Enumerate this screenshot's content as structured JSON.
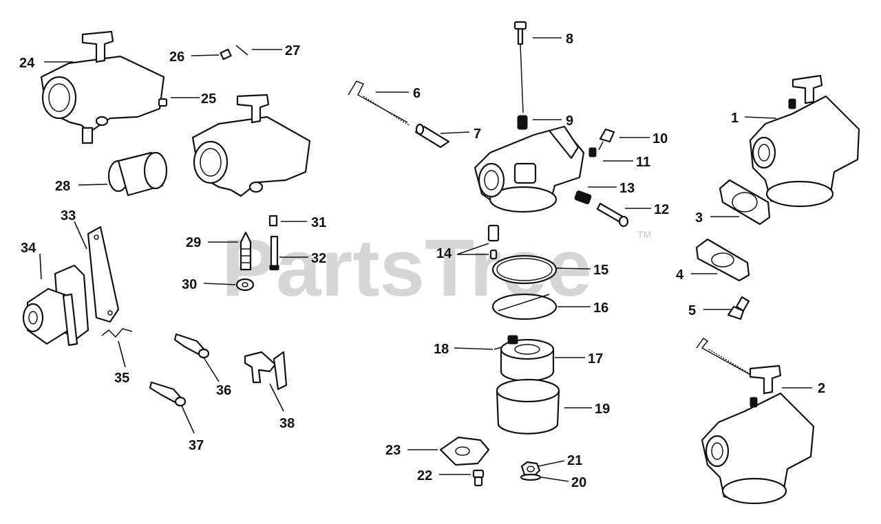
{
  "watermark": {
    "text": "PartsTree",
    "trademark": "TM"
  },
  "callouts": [
    "1",
    "2",
    "3",
    "4",
    "5",
    "6",
    "7",
    "8",
    "9",
    "10",
    "11",
    "12",
    "13",
    "14",
    "15",
    "16",
    "17",
    "18",
    "19",
    "20",
    "21",
    "22",
    "23",
    "24",
    "25",
    "26",
    "27",
    "28",
    "29",
    "30",
    "31",
    "32",
    "33",
    "34",
    "35",
    "36",
    "37",
    "38"
  ]
}
